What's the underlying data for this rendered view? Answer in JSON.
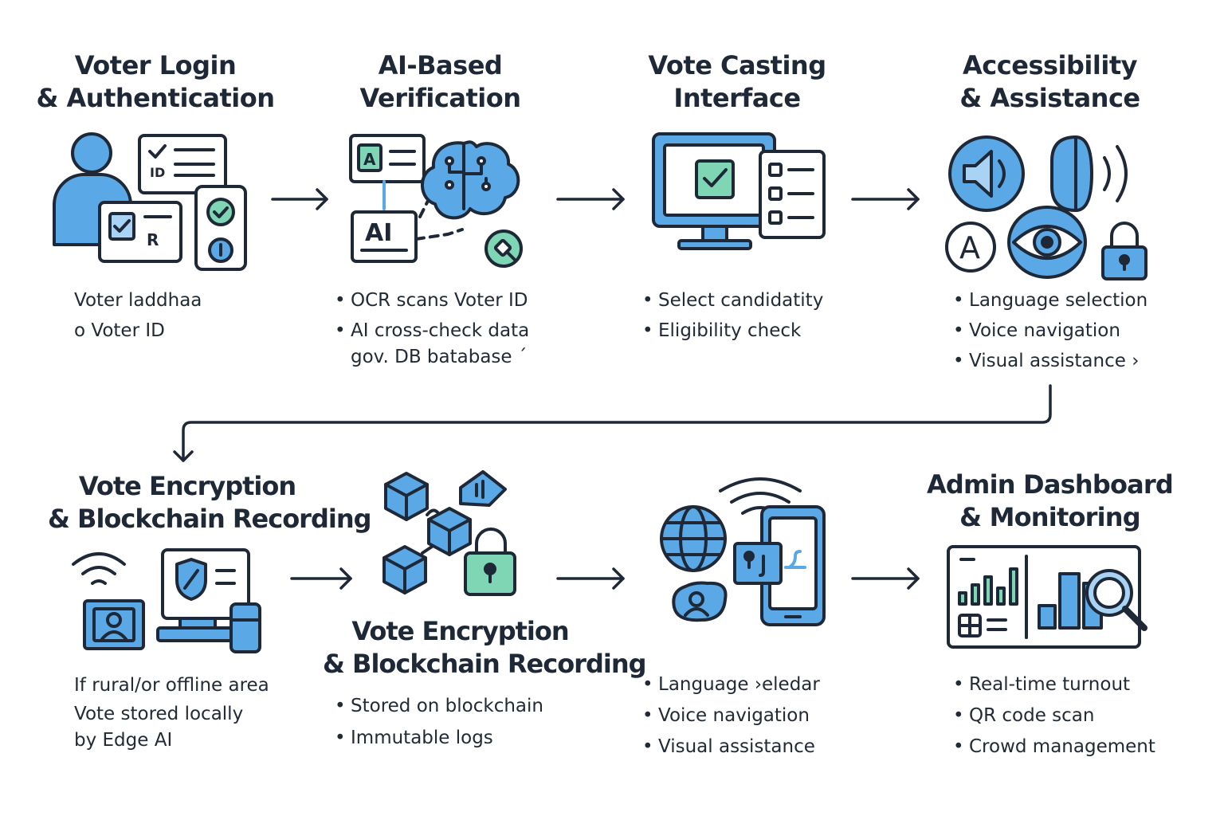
{
  "colors": {
    "stroke": "#1e2836",
    "blue": "#5aa9e6",
    "blue_light": "#a9d3f5",
    "green": "#7fd6b4",
    "background": "#ffffff"
  },
  "steps": [
    {
      "title_lines": [
        "Voter Login",
        "& Authentication"
      ],
      "desc_lines": [
        "Voter laddhaa",
        "o Voter ID"
      ],
      "icon": "voter-id-card-icon"
    },
    {
      "title_lines": [
        "AI-Based",
        "Verification"
      ],
      "desc_bullets": [
        "OCR scans Voter ID",
        "AI cross-check data"
      ],
      "desc_extra": "gov. DB batabase ´",
      "icon": "ai-brain-icon",
      "icon_text_ai": "AI",
      "icon_text_a": "A"
    },
    {
      "title_lines": [
        "Vote Casting",
        "Interface"
      ],
      "desc_bullets": [
        "Select candidatity",
        "Eligibility check"
      ],
      "icon": "voting-monitor-icon"
    },
    {
      "title_lines": [
        "Accessibility",
        "& Assistance"
      ],
      "desc_bullets": [
        "Language selection",
        "Voice navigation",
        "Visual assistance ›"
      ],
      "icon": "accessibility-icons",
      "icon_text_a": "A"
    },
    {
      "title_lines": [
        "Vote Encryption",
        "& Blockchain Recording"
      ],
      "desc_lines": [
        "If rural/or offline area",
        "Vote stored locally",
        "by Edge AI"
      ],
      "icon": "offline-terminal-icon"
    },
    {
      "title_lines": [
        "Vote Encryption",
        "& Blockchain Recording"
      ],
      "desc_bullets": [
        "Stored on blockchain",
        "Immutable logs"
      ],
      "icon": "blockchain-blocks-icon"
    },
    {
      "desc_bullets": [
        "Language ›eledar",
        "Voice navigation",
        "Visual assistance"
      ],
      "icon": "mobile-network-icon"
    },
    {
      "title_lines": [
        "Admin Dashboard",
        "& Monitoring"
      ],
      "desc_bullets": [
        "Real-time turnout",
        "QR code scan",
        "Crowd management"
      ],
      "icon": "dashboard-chart-icon"
    }
  ]
}
